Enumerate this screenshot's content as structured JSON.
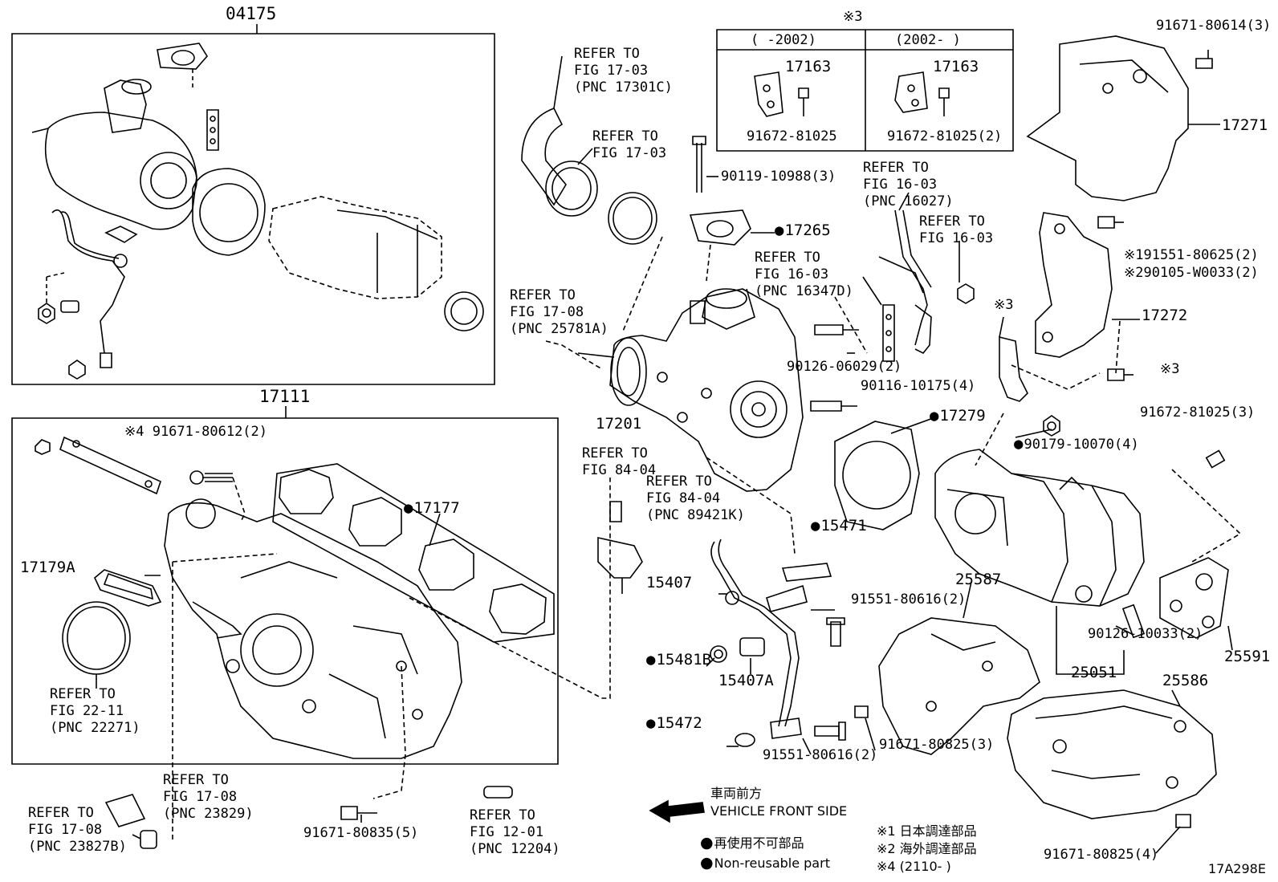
{
  "group_04175": "04175",
  "group_17111": "17111",
  "box3": {
    "mark": "※3",
    "col1": "(     -2002)",
    "col2": "(2002-      )",
    "p1a": "17163",
    "p1b": "91672-81025",
    "p2a": "17163",
    "p2b": "91672-81025(2)"
  },
  "labels": {
    "r1703a": [
      "REFER TO",
      "FIG 17-03",
      "(PNC 17301C)"
    ],
    "r1703b": [
      "REFER TO",
      "FIG 17-03"
    ],
    "p9011910988": "90119-10988(3)",
    "p17265": "17265",
    "r1603a": [
      "REFER TO",
      "FIG 16-03",
      "(PNC 16027)"
    ],
    "r1603b": [
      "REFER TO",
      "FIG 16-03"
    ],
    "r1603c": [
      "REFER TO",
      "FIG 16-03",
      "(PNC 16347D)"
    ],
    "r1708a": [
      "REFER TO",
      "FIG 17-08",
      "(PNC 25781A)"
    ],
    "p9012606029": "90126-06029(2)",
    "p9011610175": "90116-10175(4)",
    "p17201": "17201",
    "p17279": "17279",
    "p9017910070": "90179-10070(4)",
    "p9167180614": "91671-80614(3)",
    "p17271": "17271",
    "p9155180625": "※191551-80625(2)",
    "p90105W0033": "※290105-W0033(2)",
    "p17272": "17272",
    "m3a": "※3",
    "m3b": "※3",
    "p9167281025b": "91672-81025(3)",
    "p9167180612": "※4 91671-80612(2)",
    "p17177": "17177",
    "p17179A": "17179A",
    "r2211": [
      "REFER TO",
      "FIG 22-11",
      "(PNC 22271)"
    ],
    "r8404a": [
      "REFER TO",
      "FIG 84-04"
    ],
    "r8404b": [
      "REFER TO",
      "FIG 84-04",
      "(PNC 89421K)"
    ],
    "p15471": "15471",
    "p15407": "15407",
    "p9155180616a": "91551-80616(2)",
    "p25587": "25587",
    "p15481B": "15481B",
    "p15407A": "15407A",
    "p15472": "15472",
    "p9155180616b": "91551-80616(2)",
    "p9167180825a": "91671-80825(3)",
    "p9012610033": "90126-10033(2)",
    "p25591": "25591",
    "p25051": "25051",
    "p25586": "25586",
    "r1708b": [
      "REFER TO",
      "FIG 17-08",
      "(PNC 23829)"
    ],
    "r1708c": [
      "REFER TO",
      "FIG 17-08",
      "(PNC 23827B)"
    ],
    "p9167180835": "91671-80835(5)",
    "r1201": [
      "REFER TO",
      "FIG 12-01",
      "(PNC 12204)"
    ],
    "p9167180825b": "91671-80825(4)"
  },
  "legend": {
    "front_jp": "車両前方",
    "front_en": "VEHICLE FRONT SIDE",
    "nonreuse_jp": "再使用不可部品",
    "nonreuse_en": "Non-reusable part",
    "n1": "※1 日本調達部品",
    "n2": "※2 海外調達部品",
    "n4": "※4 (2110-       )",
    "code": "17A298E"
  }
}
